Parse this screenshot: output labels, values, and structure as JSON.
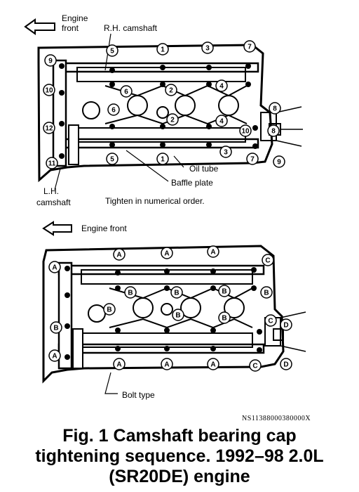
{
  "top_diagram": {
    "engine_front": [
      "Engine",
      "front"
    ],
    "rh_camshaft": "R.H. camshaft",
    "lh_camshaft": [
      "L.H.",
      "camshaft"
    ],
    "oil_tube": "Oil tube",
    "baffle_plate": "Baffle plate",
    "instruction": "Tighten in numerical order.",
    "sequence_markers": [
      "5",
      "1",
      "3",
      "7",
      "9",
      "6",
      "2",
      "4",
      "8",
      "10",
      "6",
      "2",
      "4",
      "10",
      "12",
      "8",
      "5",
      "1",
      "3",
      "7",
      "11",
      "9"
    ]
  },
  "bottom_diagram": {
    "engine_front": "Engine front",
    "bolt_type": "Bolt type",
    "bolt_markers": [
      "A",
      "A",
      "A",
      "C",
      "A",
      "B",
      "B",
      "B",
      "B",
      "C",
      "B",
      "B",
      "B",
      "B",
      "D",
      "A",
      "A",
      "A",
      "C",
      "A",
      "D"
    ]
  },
  "reference_code": "NS11388000380000X",
  "caption": {
    "line1": "Fig. 1   Camshaft bearing cap",
    "line2": "tightening sequence. 1992–98 2.0L",
    "line3": "(SR20DE) engine"
  }
}
